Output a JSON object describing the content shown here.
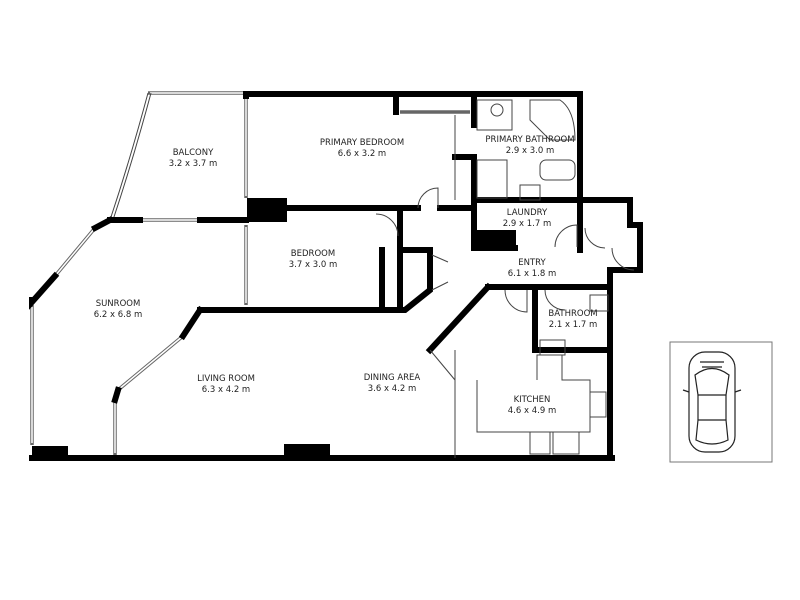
{
  "rooms": [
    {
      "name": "BALCONY",
      "size": "3.2 x 3.7 m"
    },
    {
      "name": "PRIMARY BEDROOM",
      "size": "6.6 x 3.2 m"
    },
    {
      "name": "PRIMARY BATHROOM",
      "size": "2.9 x 3.0 m"
    },
    {
      "name": "LAUNDRY",
      "size": "2.9 x 1.7 m"
    },
    {
      "name": "BEDROOM",
      "size": "3.7 x 3.0 m"
    },
    {
      "name": "ENTRY",
      "size": "6.1 x 1.8 m"
    },
    {
      "name": "SUNROOM",
      "size": "6.2 x 6.8 m"
    },
    {
      "name": "BATHROOM",
      "size": "2.1 x 1.7 m"
    },
    {
      "name": "LIVING ROOM",
      "size": "6.3 x 4.2 m"
    },
    {
      "name": "DINING AREA",
      "size": "3.6 x 4.2 m"
    },
    {
      "name": "KITCHEN",
      "size": "4.6 x 4.9 m"
    }
  ],
  "icons": {
    "parking": "car-icon"
  }
}
